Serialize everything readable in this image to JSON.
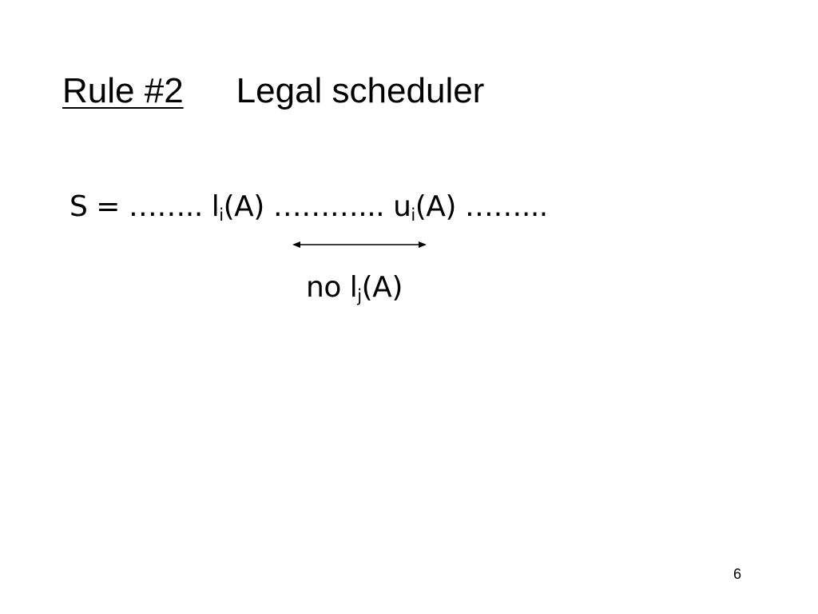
{
  "title": {
    "rule_label": "Rule #2",
    "text": "Legal scheduler"
  },
  "schedule": {
    "prefix": "S = ……..",
    "lock_letter": "l",
    "lock_sub": "i",
    "lock_arg": "(A) ………...",
    "unlock_letter": "u",
    "unlock_sub": "i",
    "unlock_arg": "(A) ……..."
  },
  "constraint": {
    "prefix": "no l",
    "sub": "j",
    "arg": "(A)"
  },
  "page_number": "6"
}
